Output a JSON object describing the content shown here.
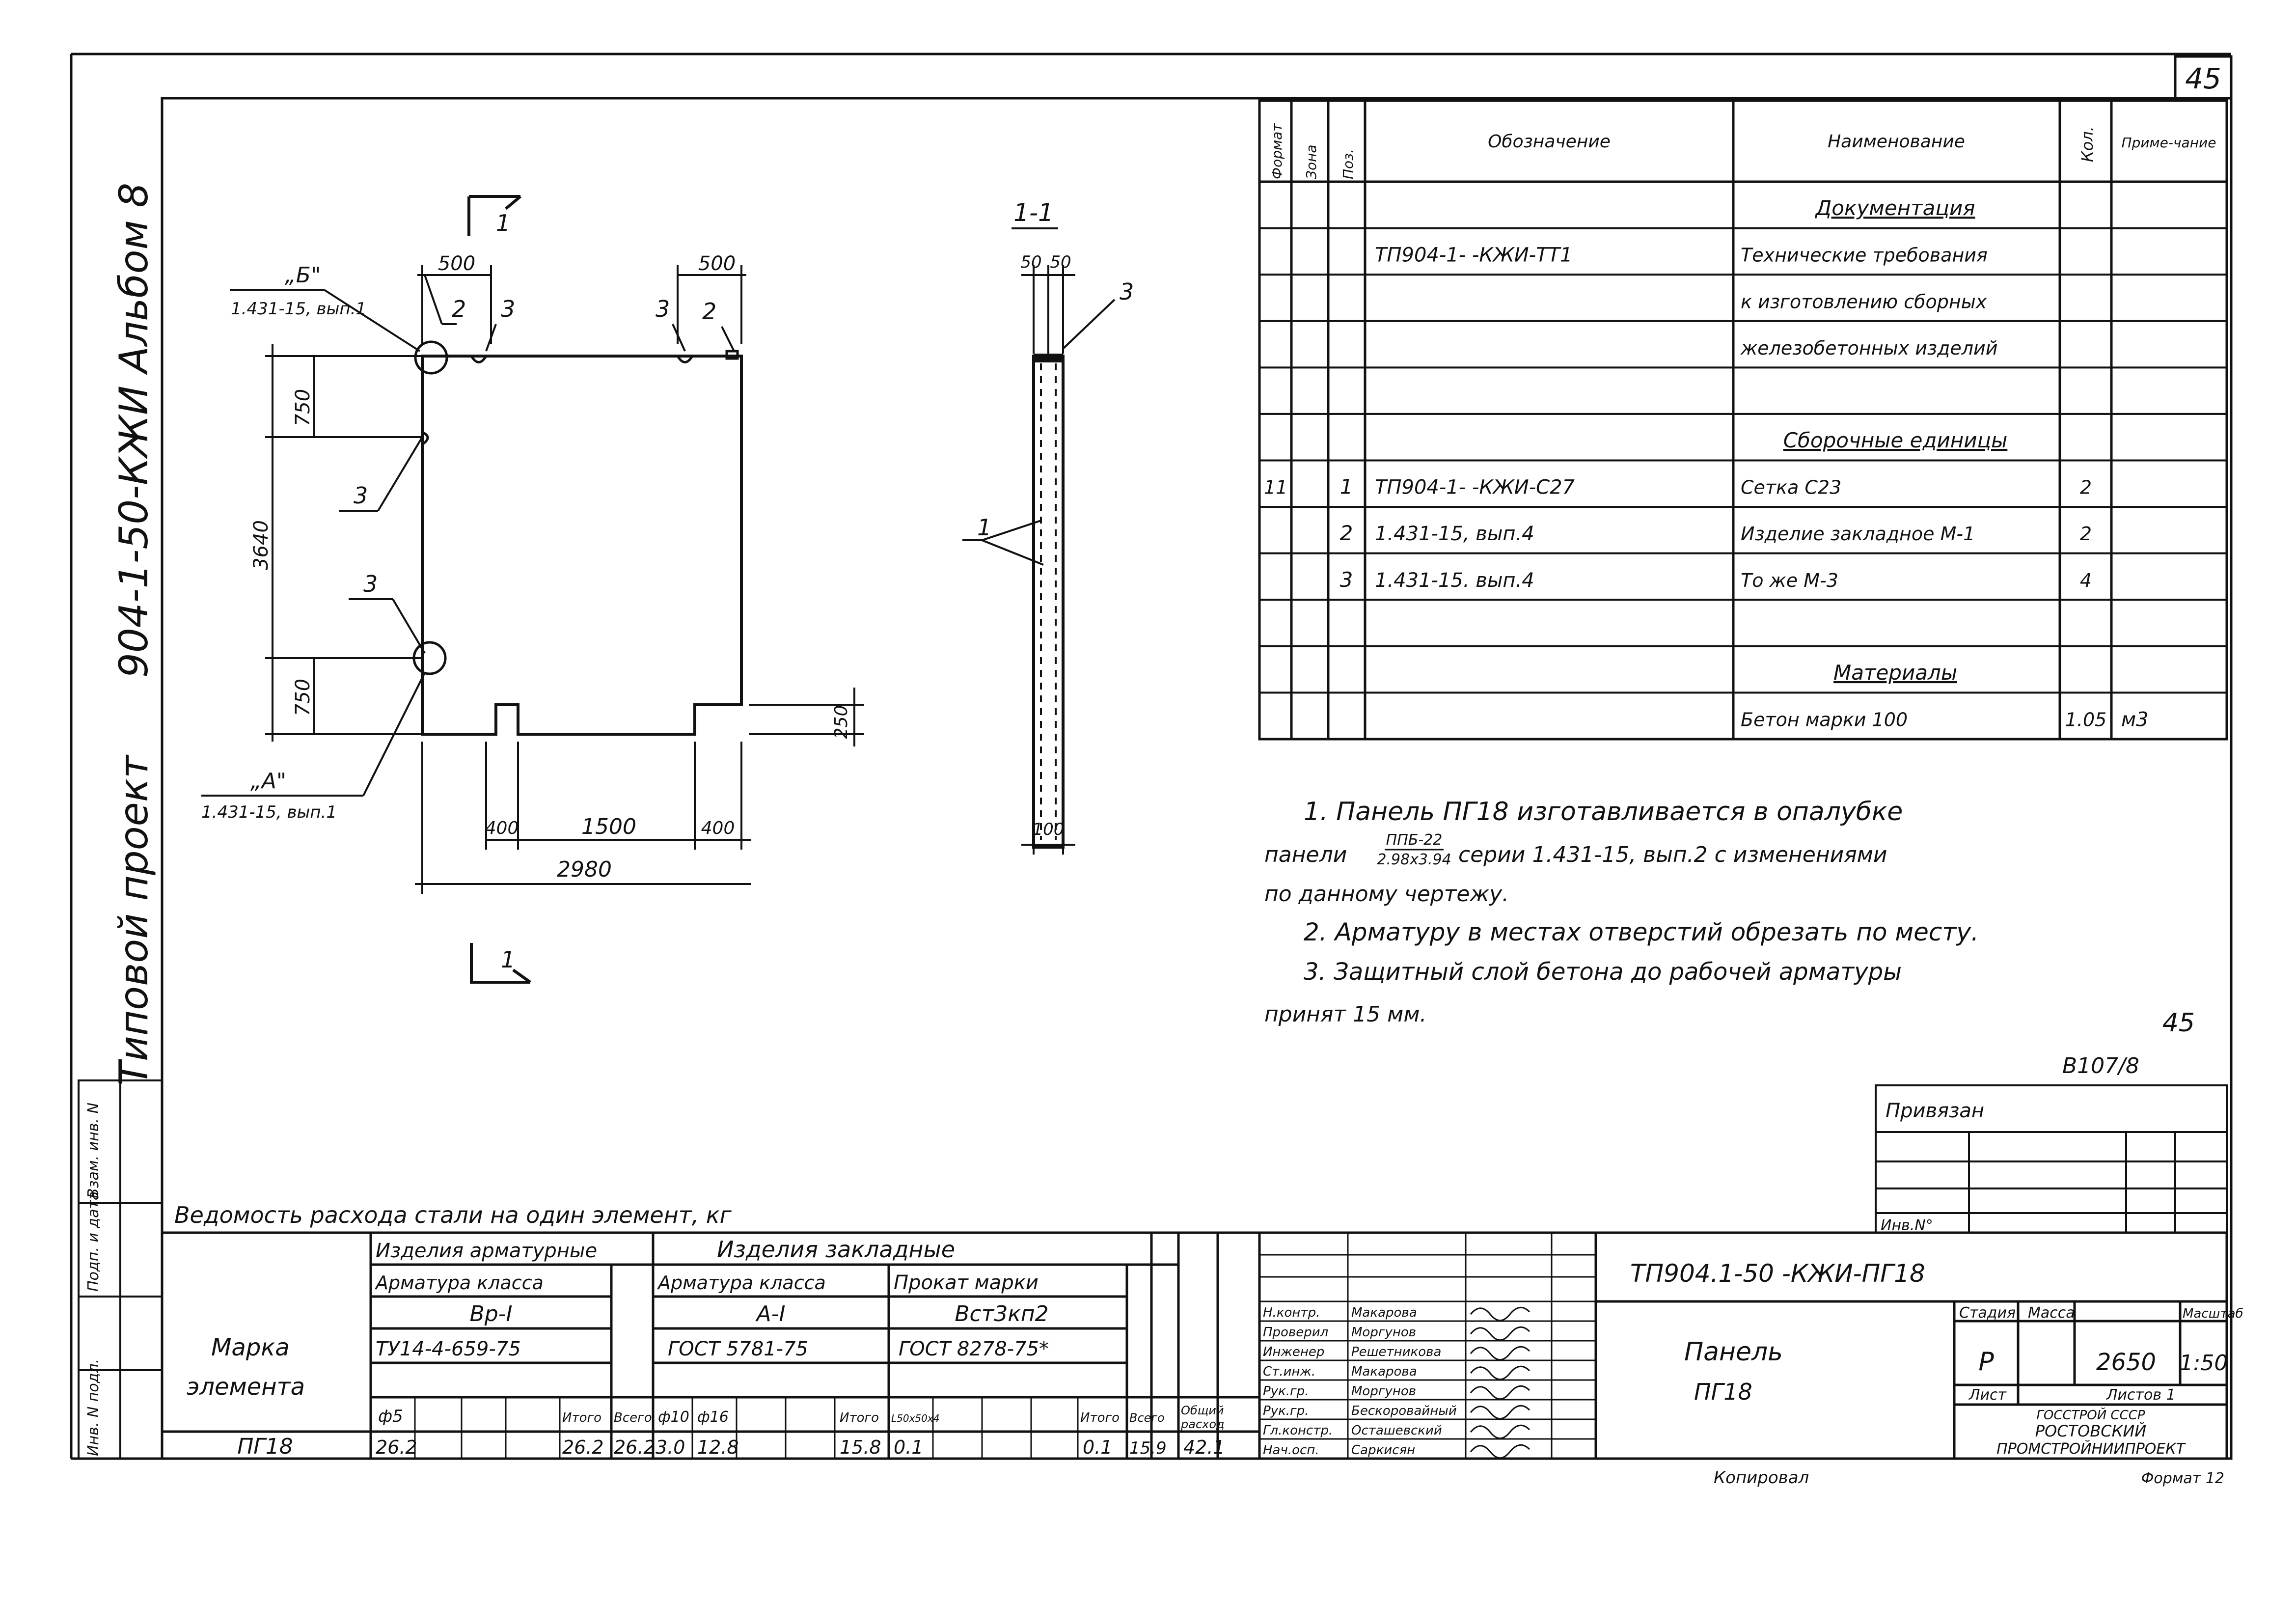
{
  "page_number": "45",
  "side_stamp": {
    "project": "Типовой проект",
    "code": "904-1-50-КЖИ Альбом 8"
  },
  "side_columns": [
    "Инв. N подл.",
    "Подп. и дата",
    "Взам. инв. N"
  ],
  "drawing": {
    "label_b": "„Б\"",
    "label_b_ref": "1.431-15, вып.1",
    "label_a": "„А\"",
    "label_a_ref": "1.431-15, вып.1",
    "dim_500_left": "500",
    "dim_500_right": "500",
    "dim_750_top": "750",
    "dim_3640": "3640",
    "dim_750_bottom": "750",
    "dim_250": "250",
    "dim_400_left": "400",
    "dim_1500": "1500",
    "dim_400_right": "400",
    "dim_2980": "2980",
    "pos_2_left": "2",
    "pos_3_left_top": "3",
    "pos_3_right_top": "3",
    "pos_2_right": "2",
    "pos_3_side_upper": "3",
    "pos_3_side_lower": "3",
    "section_mark_top": "1",
    "section_mark_bottom": "1",
    "section_title": "1-1",
    "sec_dim_50a": "50",
    "sec_dim_50b": "50",
    "sec_pos_3": "3",
    "sec_pos_1": "1",
    "sec_dim_100": "100"
  },
  "spec_table": {
    "headers": [
      "Формат",
      "Зона",
      "Поз.",
      "Обозначение",
      "Наименование",
      "Кол.",
      "Приме-чание"
    ],
    "rows": [
      {
        "format": "",
        "zone": "",
        "pos": "",
        "designation": "",
        "name": "Документация",
        "qty": "",
        "note": ""
      },
      {
        "format": "",
        "zone": "",
        "pos": "",
        "designation": "ТП904-1- -КЖИ-ТТ1",
        "name": "Технические требования",
        "qty": "",
        "note": ""
      },
      {
        "format": "",
        "zone": "",
        "pos": "",
        "designation": "",
        "name": "к изготовлению сборных",
        "qty": "",
        "note": ""
      },
      {
        "format": "",
        "zone": "",
        "pos": "",
        "designation": "",
        "name": "железобетонных изделий",
        "qty": "",
        "note": ""
      },
      {
        "format": "",
        "zone": "",
        "pos": "",
        "designation": "",
        "name": "",
        "qty": "",
        "note": ""
      },
      {
        "format": "",
        "zone": "",
        "pos": "",
        "designation": "",
        "name": "Сборочные единицы",
        "qty": "",
        "note": ""
      },
      {
        "format": "11",
        "zone": "",
        "pos": "1",
        "designation": "ТП904-1- -КЖИ-С27",
        "name": "Сетка С23",
        "qty": "2",
        "note": ""
      },
      {
        "format": "",
        "zone": "",
        "pos": "2",
        "designation": "1.431-15, вып.4",
        "name": "Изделие закладное М-1",
        "qty": "2",
        "note": ""
      },
      {
        "format": "",
        "zone": "",
        "pos": "3",
        "designation": "1.431-15. вып.4",
        "name": "То же       М-3",
        "qty": "4",
        "note": ""
      },
      {
        "format": "",
        "zone": "",
        "pos": "",
        "designation": "",
        "name": "",
        "qty": "",
        "note": ""
      },
      {
        "format": "",
        "zone": "",
        "pos": "",
        "designation": "",
        "name": "Материалы",
        "qty": "",
        "note": ""
      },
      {
        "format": "",
        "zone": "",
        "pos": "",
        "designation": "",
        "name": "Бетон марки 100",
        "qty": "1.05",
        "note": "м3"
      }
    ]
  },
  "notes": {
    "line1": "1. Панель ПГ18 изготавливается в опалубке",
    "line2a": "панели",
    "fraction_num": "ППБ-22",
    "fraction_den": "2.98x3.94",
    "line2b": "серии 1.431-15, вып.2 с изменениями",
    "line3": "по данному чертежу.",
    "line4": "2. Арматуру в местах отверстий обрезать по месту.",
    "line5": "3. Защитный слой бетона до рабочей арматуры",
    "line6": "принят 15 мм.",
    "page_ref": "45",
    "code_ref": "В107/8"
  },
  "bound_box": {
    "label": "Привязан",
    "inv_label": "Инв.N°"
  },
  "steel": {
    "title": "Ведомость расхода стали на один элемент, кг",
    "mark_header": "Марка элемента",
    "reinf_group": "Изделия арматурные",
    "embed_group": "Изделия закладные",
    "reinf_class": "Арматура класса",
    "reinf_class_value": "Вр-I",
    "reinf_std": "ТУ14-4-659-75",
    "embed_class": "Арматура класса",
    "embed_class_value": "А-I",
    "embed_std": "ГОСТ 5781-75",
    "rolled": "Прокат марки",
    "rolled_value": "Вст3кп2",
    "rolled_std": "ГОСТ 8278-75*",
    "col_d5": "ф5",
    "col_total1": "Итого",
    "col_all1": "Всего",
    "col_d10": "ф10",
    "col_d16": "ф16",
    "col_total2": "Итого",
    "col_angle": "L50x50x4",
    "col_total3": "Итого",
    "col_all2": "Всего",
    "col_general": "Общий расход",
    "row_mark": "ПГ18",
    "v_d5": "26.2",
    "v_total1": "26.2",
    "v_all1": "26.2",
    "v_d10": "3.0",
    "v_d16": "12.8",
    "v_total2": "15.8",
    "v_angle": "0.1",
    "v_total3": "0.1",
    "v_all2": "15.9",
    "v_general": "42.1"
  },
  "title_block": {
    "doc_code": "ТП904.1-50 -КЖИ-ПГ18",
    "name_line1": "Панель",
    "name_line2": "ПГ18",
    "stage_label": "Стадия",
    "mass_label": "Масса",
    "scale_label": "Масштаб",
    "stage": "Р",
    "mass": "2650",
    "scale": "1:50",
    "sheet_label": "Лист",
    "sheets_label": "Листов 1",
    "org1": "ГОССТРОЙ СССР",
    "org2": "РОСТОВСКИЙ",
    "org3": "ПРОМСТРОЙНИИПРОЕКТ",
    "copied": "Копировал",
    "format": "Формат 12",
    "signers": [
      {
        "role": "Н.контр.",
        "name": "Макарова"
      },
      {
        "role": "Проверил",
        "name": "Моргунов"
      },
      {
        "role": "Инженер",
        "name": "Решетникова"
      },
      {
        "role": "Ст.инж.",
        "name": "Макарова"
      },
      {
        "role": "Рук.гр.",
        "name": "Моргунов"
      },
      {
        "role": "Рук.гр.",
        "name": "Бескоровайный"
      },
      {
        "role": "Гл.констр.",
        "name": "Осташевский"
      },
      {
        "role": "Нач.осп.",
        "name": "Саркисян"
      }
    ]
  }
}
